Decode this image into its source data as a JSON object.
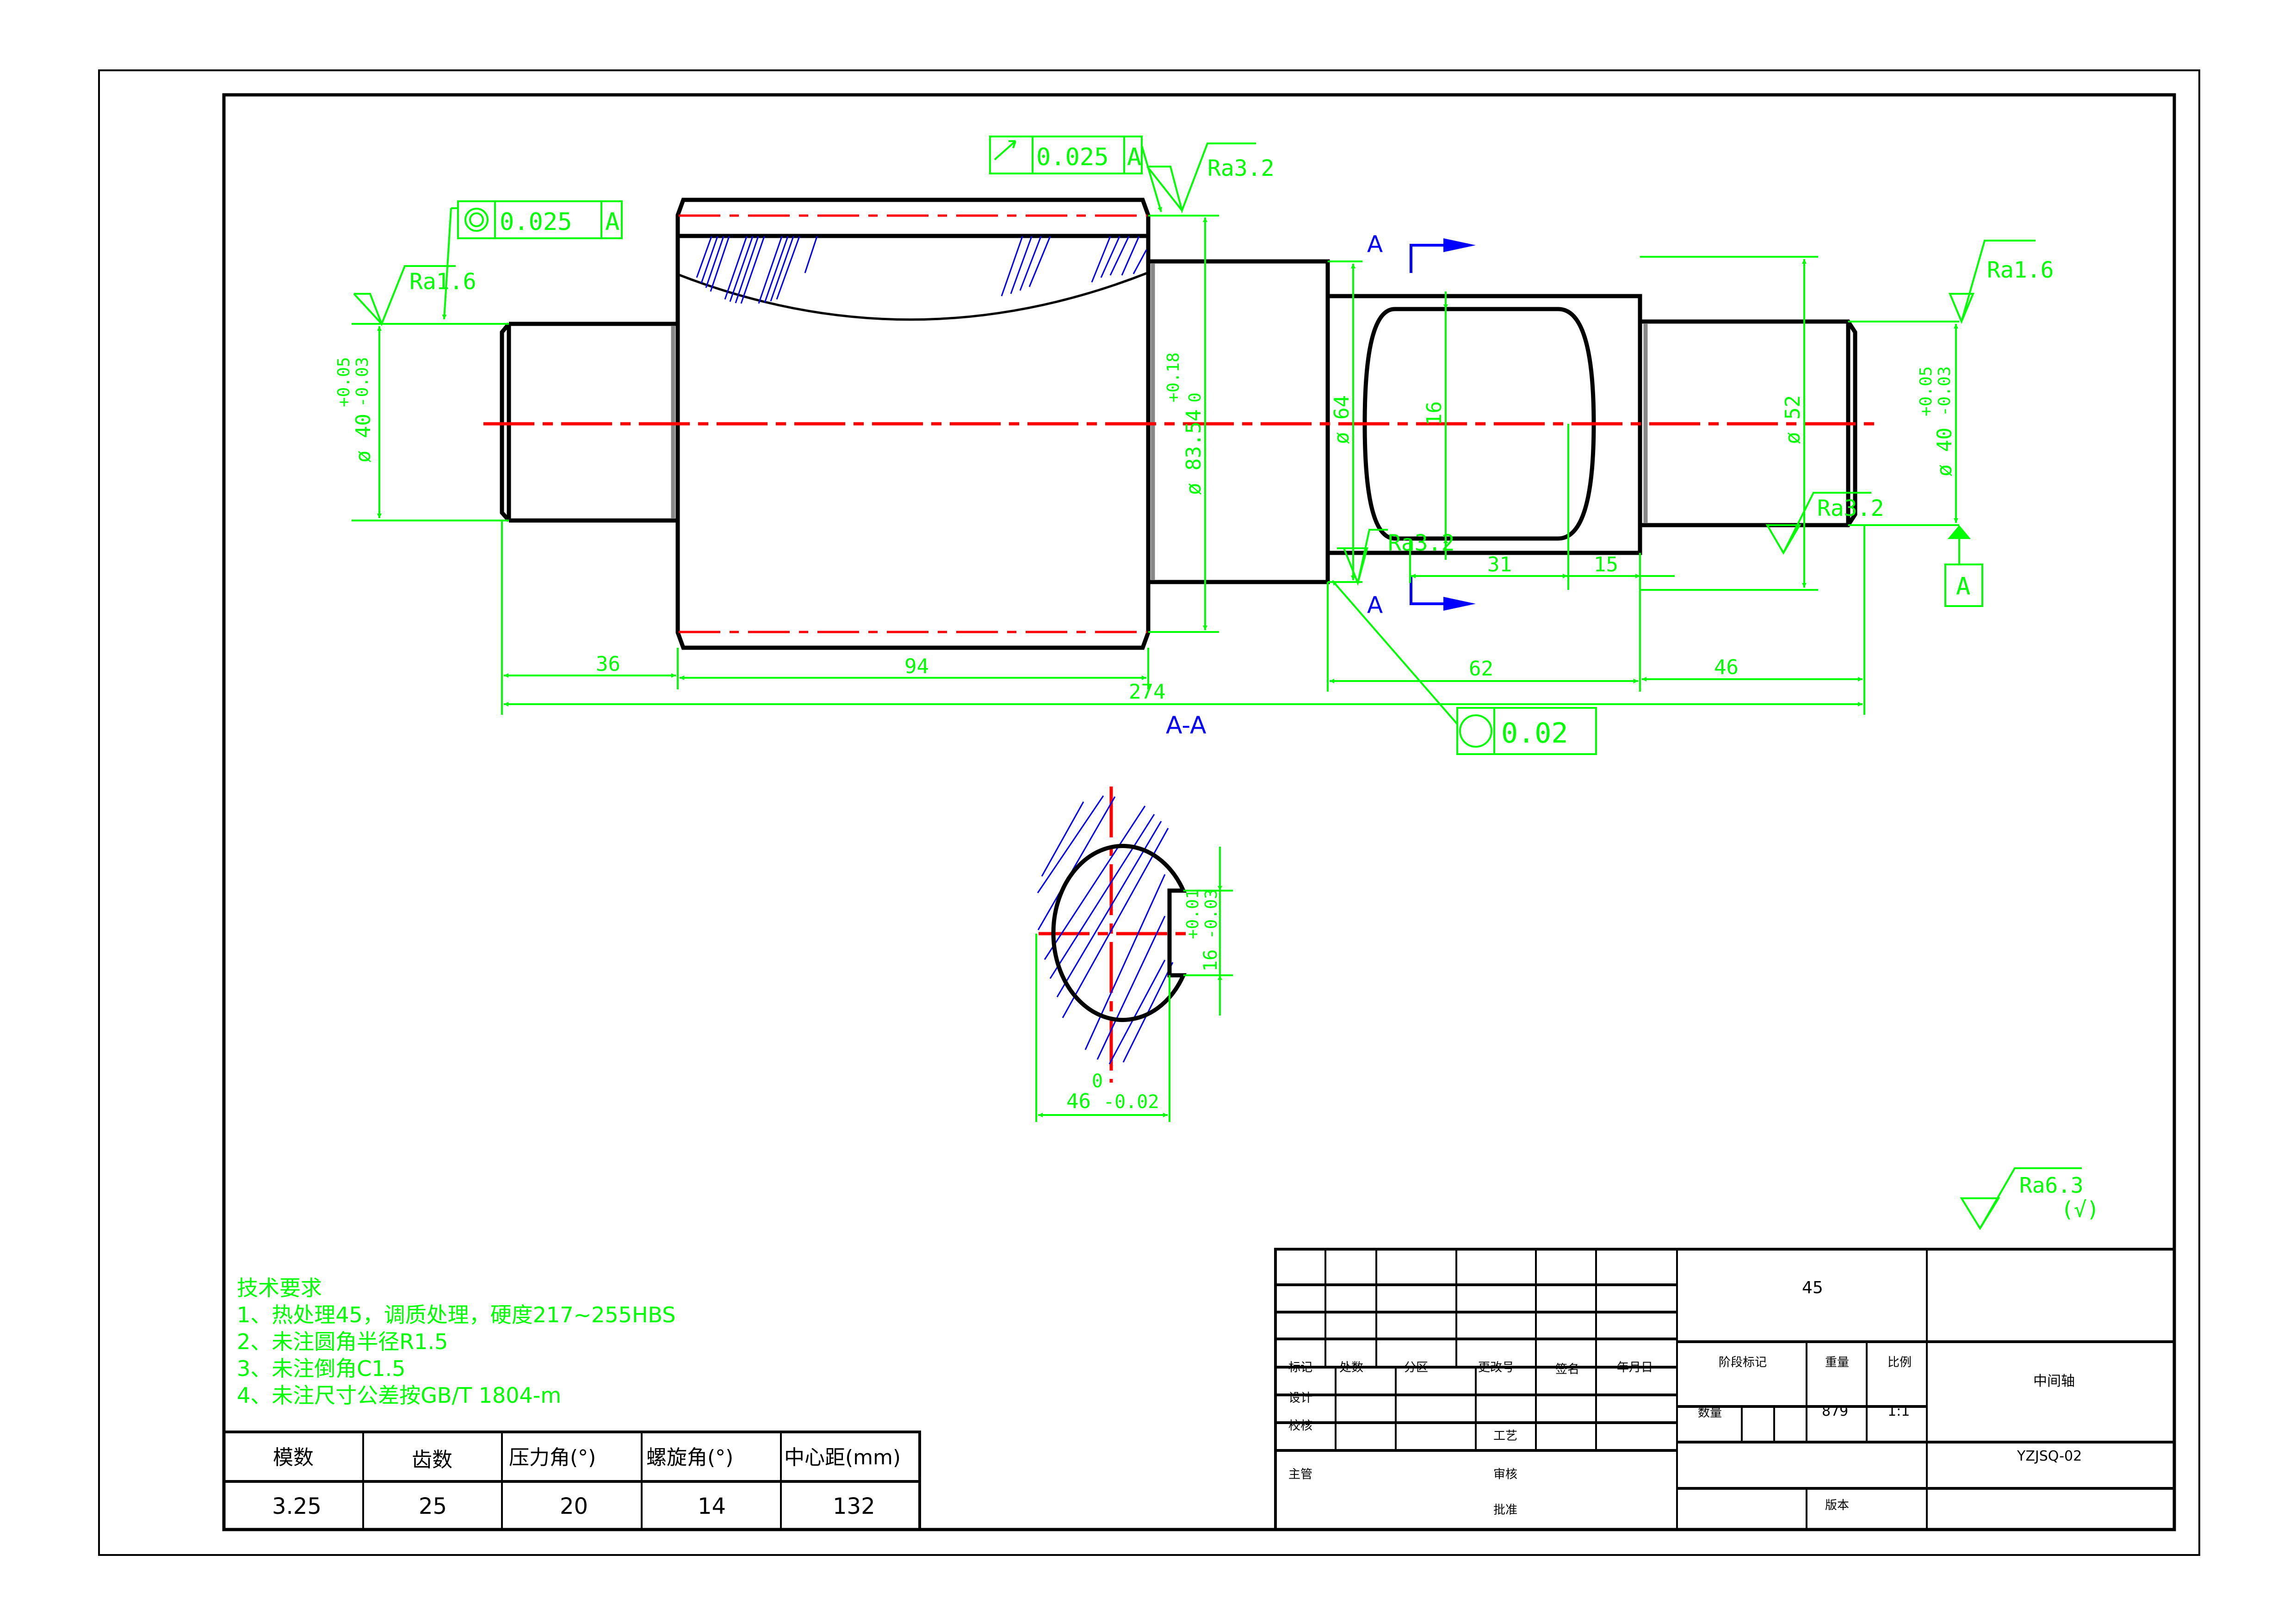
{
  "drawing": {
    "part_name": "中间轴",
    "drawing_number": "YZJSQ-02",
    "material": "45",
    "weight": "879",
    "scale": "1:1",
    "section_label": "A-A",
    "section_marker": "A",
    "datum_label": "A",
    "general_roughness": "Ra6.3",
    "general_roughness_suffix": "(√)"
  },
  "gdt": {
    "concentricity": {
      "value": "0.025",
      "datum": "A",
      "symbol": "concentricity-icon"
    },
    "runout": {
      "value": "0.025",
      "datum": "A",
      "symbol": "circular-runout-icon"
    },
    "circularity": {
      "value": "0.02",
      "symbol": "circularity-icon"
    }
  },
  "roughness": {
    "left_journal": "Ra1.6",
    "gear_face": "Ra3.2",
    "keyway_shoulder": "Ra3.2",
    "right_shoulder": "Ra3.2",
    "right_journal": "Ra1.6"
  },
  "dimensions": {
    "left_journal_dia": "ø 40",
    "left_journal_tol_upper": "+0.05",
    "left_journal_tol_lower": "-0.03",
    "gear_dia": "ø 83.54",
    "gear_tol_upper": "+0.18",
    "gear_tol_lower": "0",
    "dia_64": "ø 64",
    "dia_52": "ø 52",
    "keyway_width": "16",
    "right_journal_dia": "ø 40",
    "right_journal_tol_upper": "+0.05",
    "right_journal_tol_lower": "-0.03",
    "len_36": "36",
    "len_94": "94",
    "len_total": "274",
    "len_62": "62",
    "len_46": "46",
    "len_31": "31",
    "len_15": "15",
    "section_key_width": "16",
    "section_key_tol_upper": "+0.01",
    "section_key_tol_lower": "-0.03",
    "section_depth": "46",
    "section_depth_tol_upper": "0",
    "section_depth_tol_lower": "-0.02"
  },
  "tech_requirements": {
    "title": "技术要求",
    "items": [
      "1、热处理45，调质处理，硬度217~255HBS",
      "2、未注圆角半径R1.5",
      "3、未注倒角C1.5",
      "4、未注尺寸公差按GB/T 1804-m"
    ]
  },
  "gear_params": {
    "headers": [
      "模数",
      "齿数",
      "压力角(°)",
      "螺旋角(°)",
      "中心距(mm)"
    ],
    "values": [
      "3.25",
      "25",
      "20",
      "14",
      "132"
    ]
  },
  "title_block": {
    "labels": {
      "mark": "标记",
      "count": "处数",
      "zone": "分区",
      "change_no": "更改号",
      "signature": "签名",
      "date": "年月日",
      "design": "设计",
      "check": "校核",
      "process": "工艺",
      "supervisor": "主管",
      "review": "审核",
      "approve": "批准",
      "stage_mark": "阶段标记",
      "weight": "重量",
      "scale": "比例",
      "quantity": "数量",
      "version": "版本"
    }
  },
  "colors": {
    "object_line": "#000000",
    "dimension": "#00ff00",
    "centerline": "#ff0000",
    "hatch_section": "#0000ff"
  }
}
